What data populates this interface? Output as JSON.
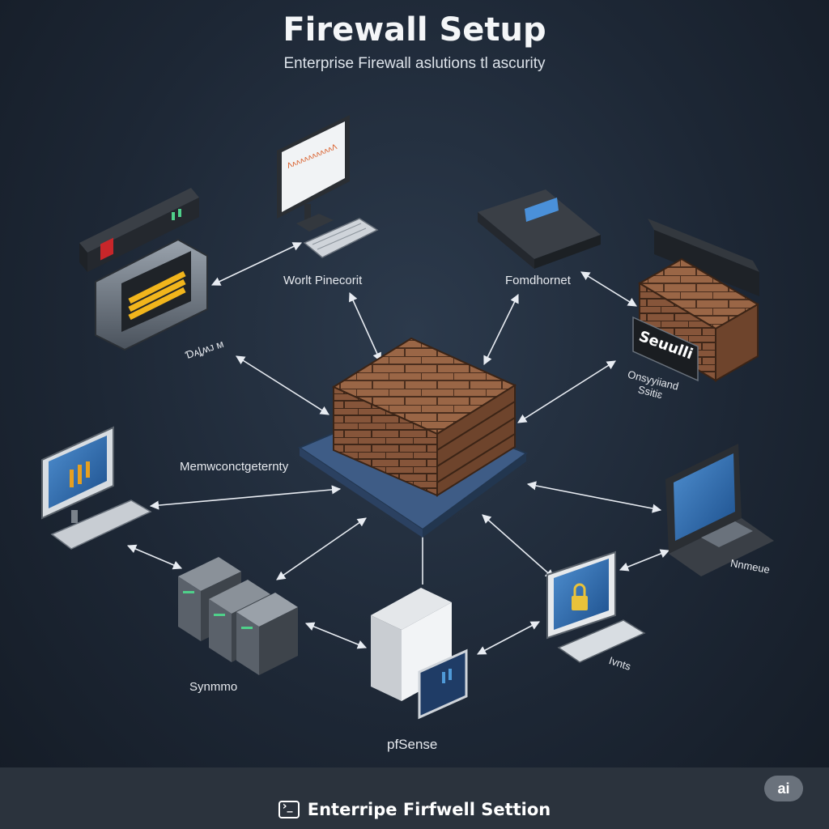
{
  "header": {
    "title": "Firewall Setup",
    "subtitle": "Enterprise Firewall aslutions  tl ascurity"
  },
  "labels": {
    "top_center": "Worlt Pinecorit",
    "top_right": "Fomdhornet",
    "left_upper": "Ɗᴀȴʍᴊ ᴍ",
    "right_upper": "Onsyyiiand Ssitiɛ",
    "left_mid": "Memwconctgeternty",
    "servers": "Synmmo",
    "bottom_center": "pfSense",
    "bottom_right": "Ivnts",
    "right_laptop": "Nnmeue"
  },
  "screens": {
    "top_monitor": "ɅᴧᴧᴧᴧᴧᴧᴧᴧᴧᴧɅ",
    "right_security": "Seuulli"
  },
  "footer": {
    "text": "Enterripe Firfwell Settion",
    "badge": "ai"
  },
  "colors": {
    "background": "#1d2735",
    "brick": "#8a5a3c",
    "platform": "#3e5c86",
    "footer": "#2b333d"
  }
}
